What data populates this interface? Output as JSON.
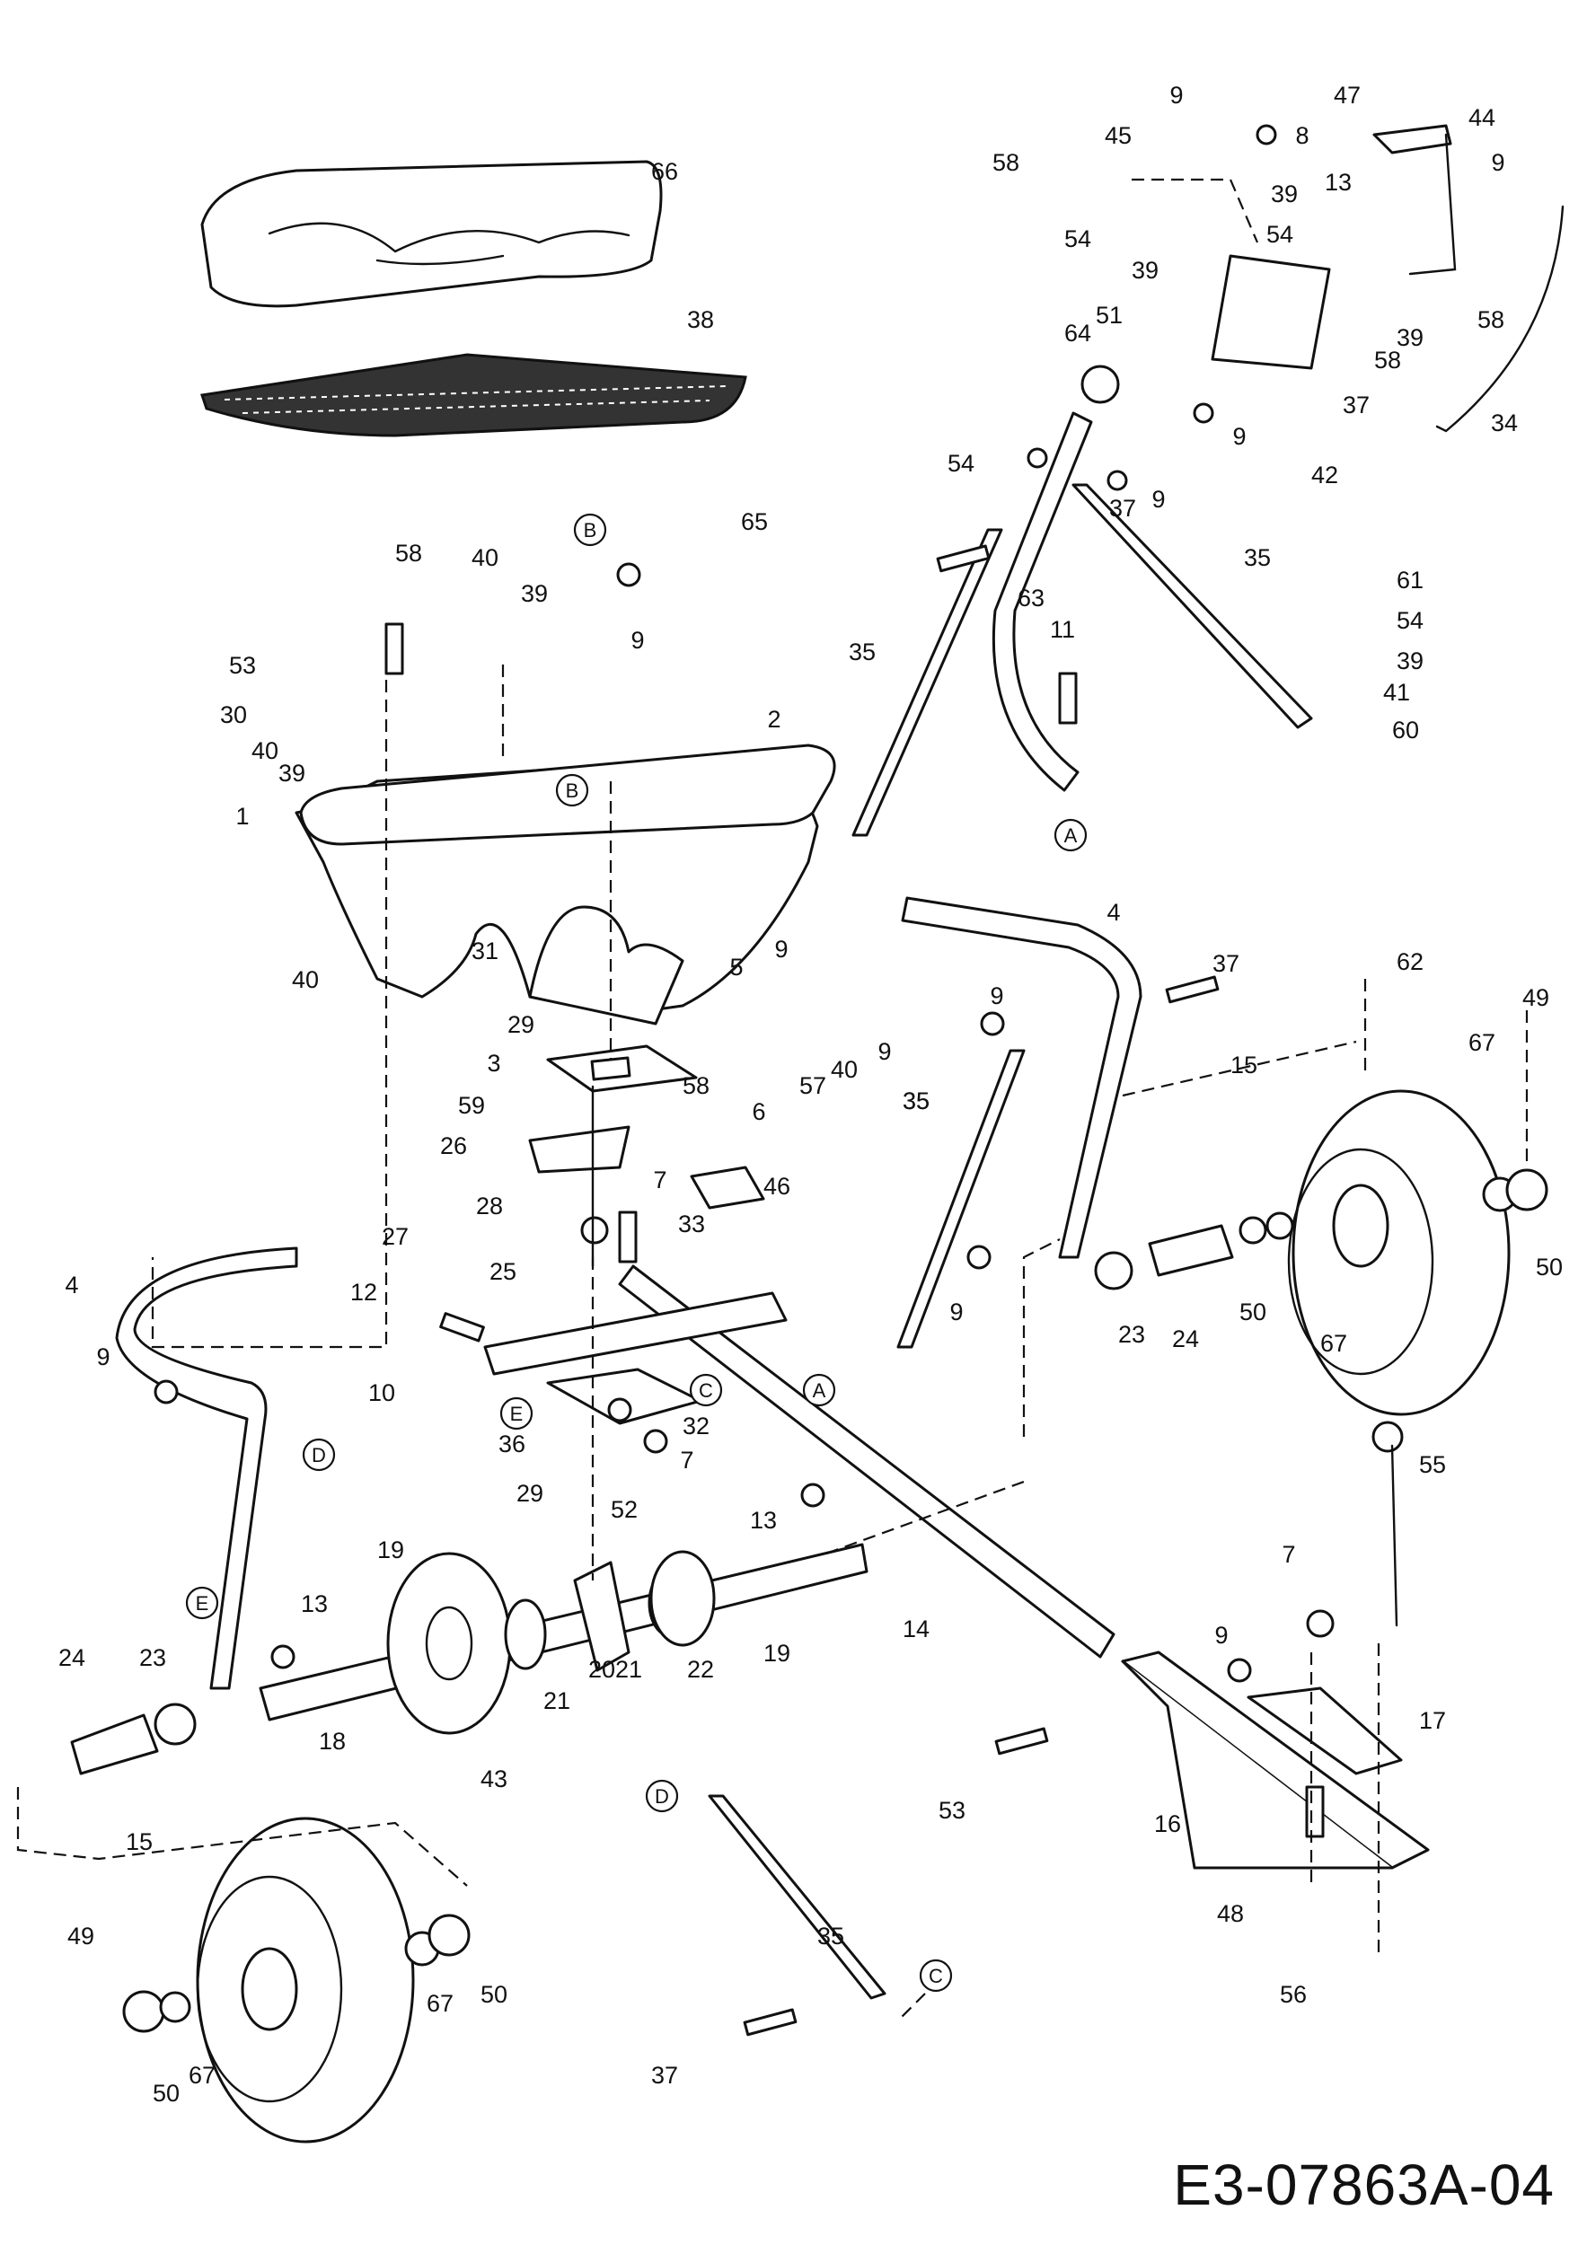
{
  "drawing_code": "E3-07863A-04",
  "part_labels": [
    "66",
    "38",
    "58",
    "40",
    "39",
    "53",
    "30",
    "40",
    "39",
    "1",
    "2",
    "65",
    "9",
    "31",
    "29",
    "40",
    "3",
    "59",
    "26",
    "28",
    "27",
    "25",
    "7",
    "33",
    "5",
    "9",
    "58",
    "6",
    "57",
    "40",
    "9",
    "46",
    "12",
    "10",
    "4",
    "9",
    "36",
    "29",
    "32",
    "7",
    "52",
    "13",
    "19",
    "13",
    "24",
    "23",
    "18",
    "43",
    "21",
    "20",
    "21",
    "22",
    "19",
    "14",
    "15",
    "49",
    "50",
    "67",
    "67",
    "50",
    "35",
    "37",
    "4",
    "9",
    "35",
    "9",
    "15",
    "62",
    "49",
    "67",
    "50",
    "50",
    "67",
    "24",
    "23",
    "58",
    "45",
    "9",
    "47",
    "44",
    "8",
    "9",
    "13",
    "39",
    "54",
    "54",
    "39",
    "51",
    "64",
    "9",
    "54",
    "9",
    "37",
    "35",
    "63",
    "11",
    "35",
    "42",
    "37",
    "58",
    "39",
    "58",
    "34",
    "61",
    "54",
    "39",
    "41",
    "60",
    "7",
    "9",
    "55",
    "17",
    "53",
    "16",
    "48",
    "56",
    "35",
    "37"
  ],
  "callout_letters": [
    "B",
    "B",
    "A",
    "A",
    "C",
    "E",
    "D",
    "E",
    "D",
    "C"
  ]
}
